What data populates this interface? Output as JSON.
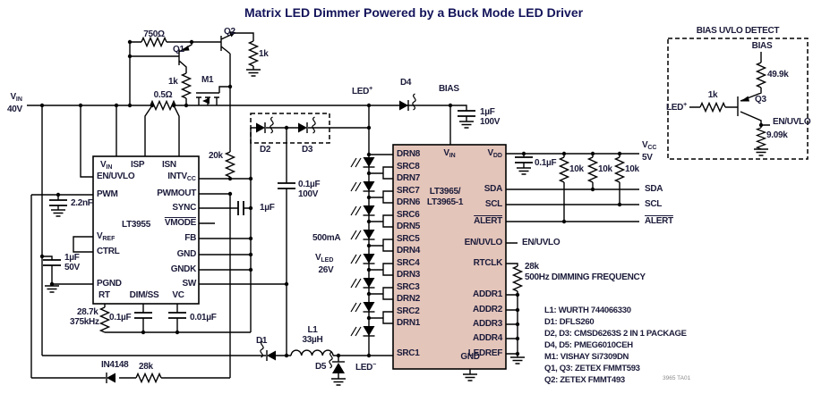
{
  "title": "Matrix LED Dimmer Powered by a Buck Mode LED Driver",
  "colors": {
    "chip_fill": "#E4C5BA",
    "text": "#1b1b3a",
    "title_text": "#13135A"
  },
  "power": {
    "vin_base": "V",
    "vin_sub": "IN",
    "vin_value": "40V"
  },
  "components": {
    "r750": "750Ω",
    "q1": "Q1",
    "q2": "Q2",
    "r1k_q1": "1k",
    "r1k_q2": "1k",
    "m1": "M1",
    "r0p5": "0.5Ω",
    "c2n2": "2.2nF",
    "c1u50_val": "1µF",
    "c1u50_v": "50V",
    "r28p7k": "28.7k",
    "f375": "375kHz",
    "c0p1_dim": "0.1µF",
    "c0p01_vc": "0.01µF",
    "r20k": "20k",
    "d2": "D2",
    "d3": "D3",
    "c0p1_100_val": "0.1µF",
    "c0p1_100_v": "100V",
    "c1u_sync": "1µF",
    "i_led": "500mA",
    "vled_base": "V",
    "vled_sub": "LED",
    "vled_value": "26V",
    "d1": "D1",
    "l1": "L1",
    "l1_val": "33µH",
    "d5": "D5",
    "d4": "D4",
    "led_minus_base": "LED",
    "led_minus_sup": "−",
    "led_plus_base": "LED",
    "led_plus_sup": "+",
    "bias": "BIAS",
    "c1u100_val": "1µF",
    "c1u100_v": "100V",
    "in4148": "IN4148",
    "r28k_pwm": "28k",
    "c0p1_vdd": "0.1µF",
    "r10k_1": "10k",
    "r10k_2": "10k",
    "r10k_3": "10k",
    "vcc_base": "V",
    "vcc_sub": "CC",
    "vcc_value": "5V",
    "sda": "SDA",
    "scl": "SCL",
    "alert": "ALERT",
    "en_uvlo": "EN/UVLO",
    "r28k_rt": "28k",
    "dim_freq": "500Hz DIMMING FREQUENCY"
  },
  "lt3955": {
    "name": "LT3955",
    "pin_vin_base": "V",
    "pin_vin_sub": "IN",
    "isp": "ISP",
    "isn": "ISN",
    "en_uvlo": "EN/UVLO",
    "pwm": "PWM",
    "vref_base": "V",
    "vref_sub": "REF",
    "ctrl": "CTRL",
    "pgnd": "PGND",
    "rt": "RT",
    "dimss": "DIM/SS",
    "vc": "VC",
    "intvcc_base": "INTV",
    "intvcc_sub": "CC",
    "pwmout": "PWMOUT",
    "sync": "SYNC",
    "vmode": "VMODE",
    "fb": "FB",
    "gnd": "GND",
    "gndk": "GNDK",
    "sw": "SW"
  },
  "lt3965": {
    "name1": "LT3965/",
    "name2": "LT3965-1",
    "vin_base": "V",
    "vin_sub": "IN",
    "gnd": "GND",
    "vdd_base": "V",
    "vdd_sub": "DD",
    "left_pins": [
      "DRN8",
      "SRC8",
      "DRN7",
      "SRC7",
      "DRN6",
      "SRC6",
      "DRN5",
      "SRC5",
      "DRN4",
      "SRC4",
      "DRN3",
      "SRC3",
      "DRN2",
      "SRC2",
      "DRN1",
      "SRC1"
    ],
    "right_pins": [
      "SDA",
      "SCL",
      "ALERT",
      "EN/UVLO",
      "RTCLK",
      "ADDR1",
      "ADDR2",
      "ADDR3",
      "ADDR4",
      "LEDREF"
    ]
  },
  "bias_box": {
    "title": "BIAS UVLO DETECT",
    "bias": "BIAS",
    "r49p9k": "49.9k",
    "r1k": "1k",
    "led_plus_base": "LED",
    "led_plus_sup": "+",
    "q3": "Q3",
    "en_uvlo": "EN/UVLO",
    "r9p09k": "9.09k"
  },
  "notes": [
    "L1: WURTH 744066330",
    "D1: DFLS260",
    "D2, D3: CMSD6263S 2 IN 1 PACKAGE",
    "D4, D5: PMEG6010CEH",
    "M1: VISHAY Si7309DN",
    "Q1, Q3: ZETEX FMMT593",
    "Q2: ZETEX FMMT493"
  ],
  "footnote": "3965 TA01"
}
